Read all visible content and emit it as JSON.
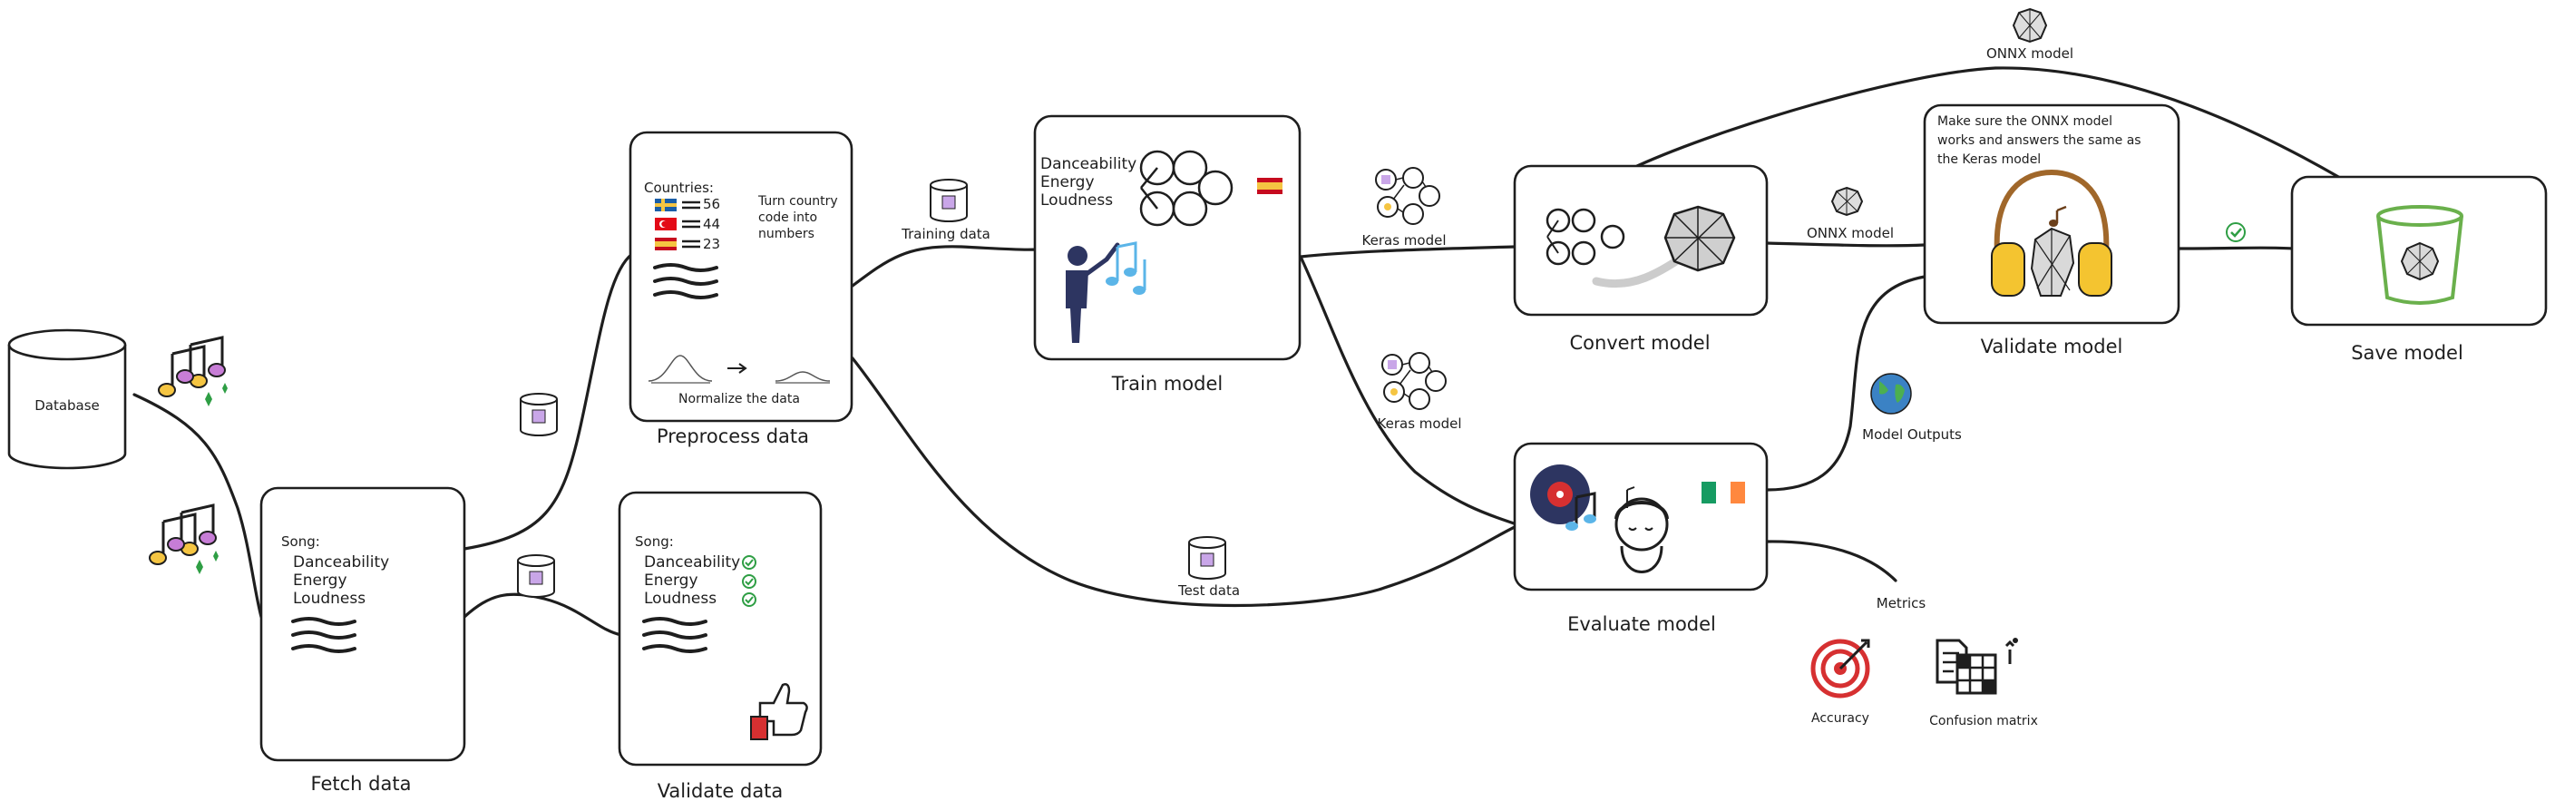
{
  "database": {
    "label": "Database"
  },
  "fetch": {
    "title": "Fetch data",
    "song_label": "Song:",
    "features": [
      "Danceability",
      "Energy",
      "Loudness"
    ]
  },
  "validate_data": {
    "title": "Validate data",
    "song_label": "Song:",
    "features": [
      "Danceability",
      "Energy",
      "Loudness"
    ]
  },
  "preprocess": {
    "title": "Preprocess data",
    "countries_label": "Countries:",
    "country_values": [
      "56",
      "44",
      "23"
    ],
    "note": [
      "Turn country",
      "code into",
      "numbers"
    ],
    "normalize_label": "Normalize the data"
  },
  "train": {
    "title": "Train model",
    "features": [
      "Danceability",
      "Energy",
      "Loudness"
    ],
    "training_data_label": "Training data"
  },
  "convert": {
    "title": "Convert model"
  },
  "evaluate": {
    "title": "Evaluate model",
    "test_data_label": "Test data"
  },
  "validate_model": {
    "title": "Validate model",
    "note": [
      "Make sure the ONNX model",
      "works and answers the same as",
      "the Keras model"
    ]
  },
  "save": {
    "title": "Save model"
  },
  "edges": {
    "keras_model_1": "Keras model",
    "keras_model_2": "Keras model",
    "onnx_model_1": "ONNX model",
    "onnx_model_top": "ONNX model",
    "model_outputs": "Model Outputs",
    "metrics": "Metrics"
  },
  "metrics": {
    "accuracy": "Accuracy",
    "confusion_matrix": "Confusion matrix"
  },
  "colors": {
    "stroke": "#1e1e1e",
    "music_yellow": "#f5c542",
    "music_purple": "#c77dd6",
    "bucket_green": "#6ab04c",
    "headphone_yellow": "#f4c430",
    "person_navy": "#2d3561",
    "note_blue": "#5bb5e8",
    "target_red": "#d63031",
    "check_green": "#2e9e44"
  }
}
